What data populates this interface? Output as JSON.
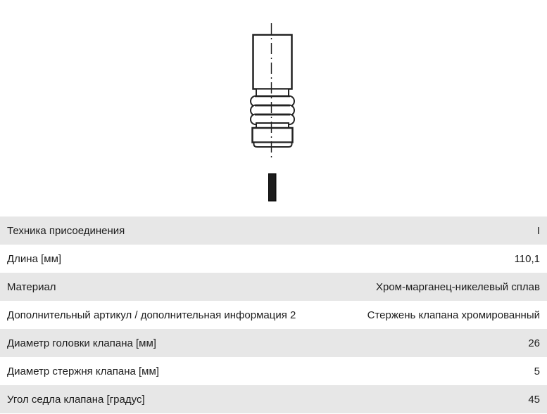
{
  "figure": {
    "name": "engine-valve-technical-drawing",
    "alt": "Technical outline drawing of an engine valve with dash-dot centerline and a small solid bar beneath"
  },
  "table": {
    "rows": [
      {
        "label": "Техника присоединения",
        "value": "I"
      },
      {
        "label": "Длина [мм]",
        "value": "110,1"
      },
      {
        "label": "Материал",
        "value": "Хром-марганец-никелевый сплав"
      },
      {
        "label": "Дополнительный артикул / дополнительная информация 2",
        "value": "Стержень клапана хромированный"
      },
      {
        "label": "Диаметр головки клапана [мм]",
        "value": "26"
      },
      {
        "label": "Диаметр стержня клапана [мм]",
        "value": "5"
      },
      {
        "label": "Угол седла клапана [градус]",
        "value": "45"
      }
    ],
    "row_colors": {
      "odd": "#e7e7e7",
      "even": "#ffffff"
    },
    "text_color": "#1c1c1c",
    "line_color": "#222222"
  }
}
